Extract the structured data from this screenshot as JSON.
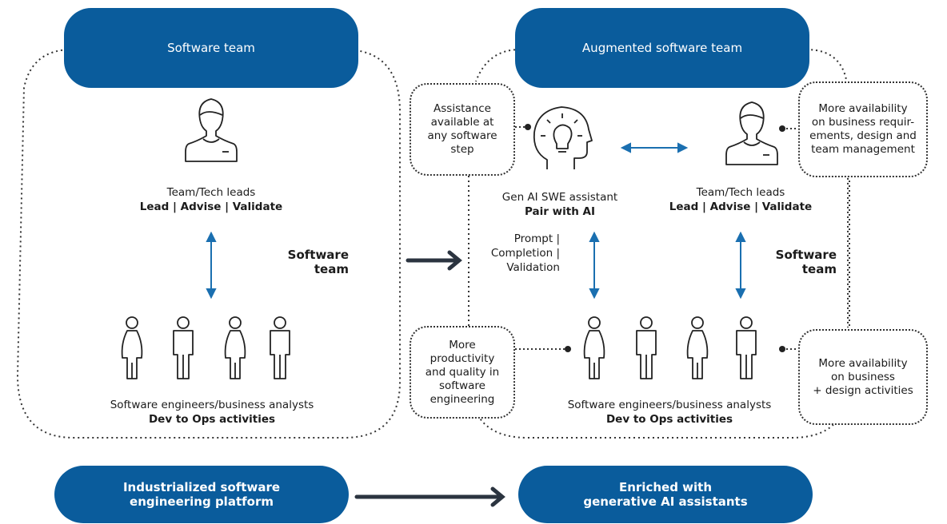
{
  "left_team": {
    "header": "Software team",
    "leads_role": "Team/Tech leads",
    "leads_actions": "Lead | Advise | Validate",
    "side_label": "Software\nteam",
    "engineers_role": "Software engineers/business analysts",
    "engineers_actions": "Dev to Ops activities"
  },
  "right_team": {
    "header": "Augmented software team",
    "assistant_role": "Gen AI SWE assistant",
    "assistant_action": "Pair with AI",
    "leads_role": "Team/Tech leads",
    "leads_actions": "Lead | Advise | Validate",
    "side_label": "Software\nteam",
    "prompt_label": "Prompt |\nCompletion |\nValidation",
    "engineers_role": "Software engineers/business analysts",
    "engineers_actions": "Dev to Ops activities"
  },
  "callouts": {
    "assistance": "Assistance\navailable at\nany software\nstep",
    "availability_leads": "More availability\non business requir-\nements, design and\nteam management",
    "productivity": "More\nproductivity\nand quality in\nsoftware\nengineering",
    "availability_engineers": "More availability\non business\n+ design activities"
  },
  "bottom": {
    "left_pill": "Industrialized software\nengineering platform",
    "right_pill": "Enriched with\ngenerative AI assistants"
  },
  "colors": {
    "brand_blue": "#0a5c9c",
    "arrow_blue": "#1a6fb0",
    "dark_arrow": "#2b3440"
  },
  "icons": [
    "woman-icon",
    "man-icon",
    "ai-head-lightbulb-icon"
  ]
}
